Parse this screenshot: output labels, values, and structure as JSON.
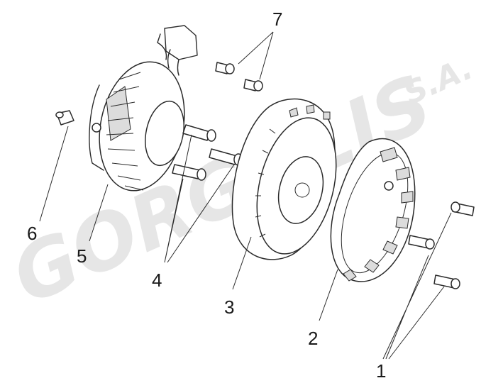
{
  "watermark": {
    "brand": "GORGOLIS",
    "suffix": "S.A."
  },
  "callouts": [
    {
      "id": "1",
      "label": "1"
    },
    {
      "id": "2",
      "label": "2"
    },
    {
      "id": "3",
      "label": "3"
    },
    {
      "id": "4",
      "label": "4"
    },
    {
      "id": "5",
      "label": "5"
    },
    {
      "id": "6",
      "label": "6"
    },
    {
      "id": "7",
      "label": "7"
    }
  ]
}
